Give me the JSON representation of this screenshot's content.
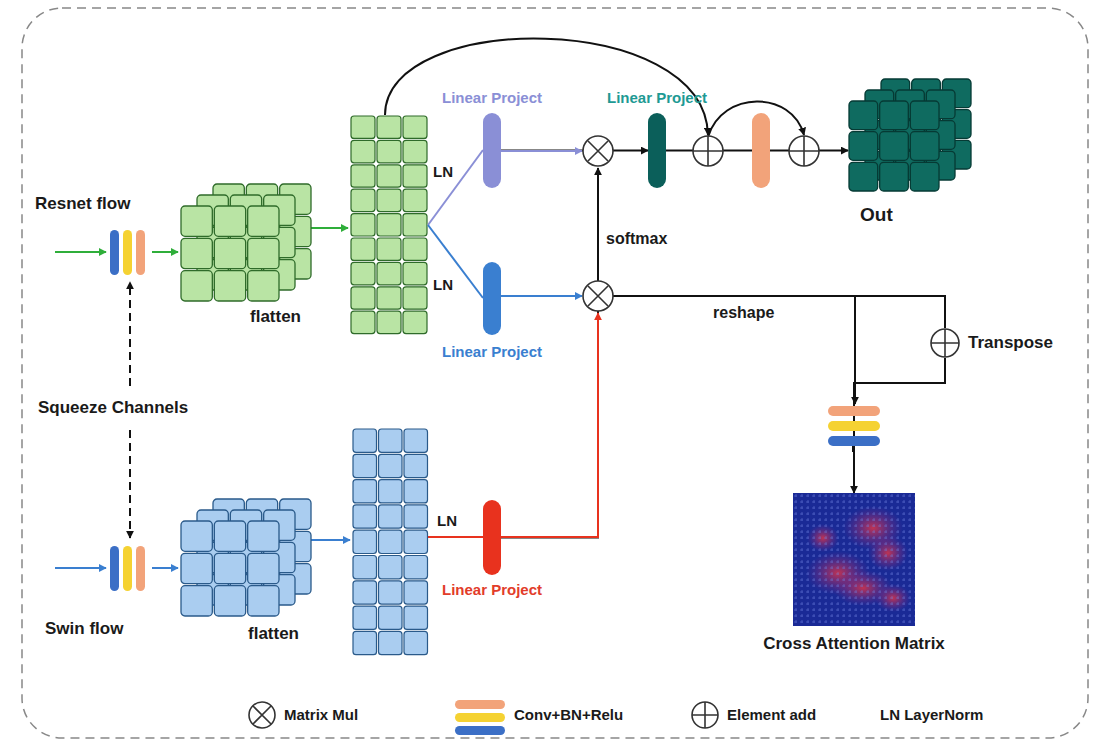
{
  "diagram": {
    "nodes": [
      {
        "text": [
          "flatten"
        ]
      },
      {
        "text": [
          "flatten"
        ]
      },
      {
        "text": [
          "Linear Project"
        ]
      },
      {
        "text": [
          "Linear Project"
        ]
      },
      {
        "text": [
          "Linear Project"
        ]
      },
      {
        "text": [
          "Linear Project"
        ]
      },
      {
        "text": [
          "Transpose"
        ]
      },
      {
        "text": [
          "Out"
        ]
      },
      {
        "text": [
          "Cross Attention Matrix"
        ]
      }
    ],
    "edges": [
      {
        "from": 2,
        "to": 5,
        "arrow": "to"
      },
      {
        "from": 5,
        "to": 7,
        "arrow": "to"
      },
      {
        "from": 4,
        "to": 6,
        "arrow": "none"
      },
      {
        "from": 6,
        "to": 8,
        "arrow": "to"
      }
    ],
    "labels": [
      "Resnet flow",
      "Swin flow",
      "Squeeze Channels",
      "LN",
      "LN",
      "LN",
      "softmax",
      "reshape"
    ],
    "legend": [
      {
        "text": "Matrix Mul"
      },
      {
        "text": "Conv+BN+Relu"
      },
      {
        "text": "Element add"
      },
      {
        "text": "LN LayerNorm"
      }
    ]
  }
}
